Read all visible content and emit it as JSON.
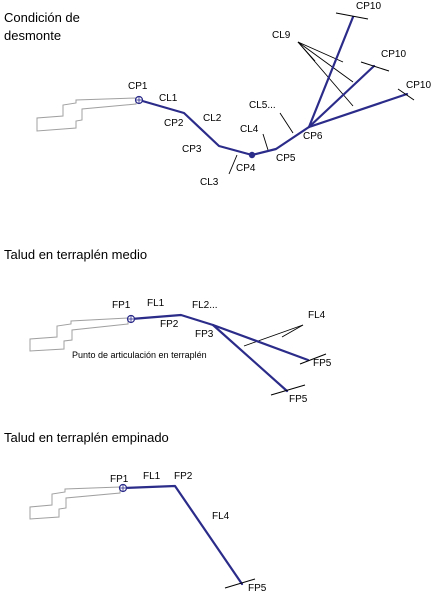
{
  "headings": {
    "cut_line1": "Condición de",
    "cut_line2": "desmonte",
    "medium_fill": "Talud en terraplén medio",
    "steep_fill": "Talud en terraplén empinado"
  },
  "cut_panel": {
    "labels": [
      "CP1",
      "CL1",
      "CP2",
      "CL2",
      "CP3",
      "CL3",
      "CP4",
      "CL4",
      "CP5",
      "CL5...",
      "CP6",
      "CL9",
      "CP10",
      "CP10",
      "CP10"
    ]
  },
  "medium_panel": {
    "labels": [
      "FP1",
      "FL1",
      "FP2",
      "FL2...",
      "FP3",
      "FL4",
      "FP5",
      "FP5"
    ],
    "hinge_label": "Punto de articulación en terraplén"
  },
  "steep_panel": {
    "labels": [
      "FP1",
      "FL1",
      "FP2",
      "FL4",
      "FP5"
    ]
  },
  "colors": {
    "slope": "#2b2b8a",
    "road": "#a0a0a0",
    "text": "#000000"
  }
}
